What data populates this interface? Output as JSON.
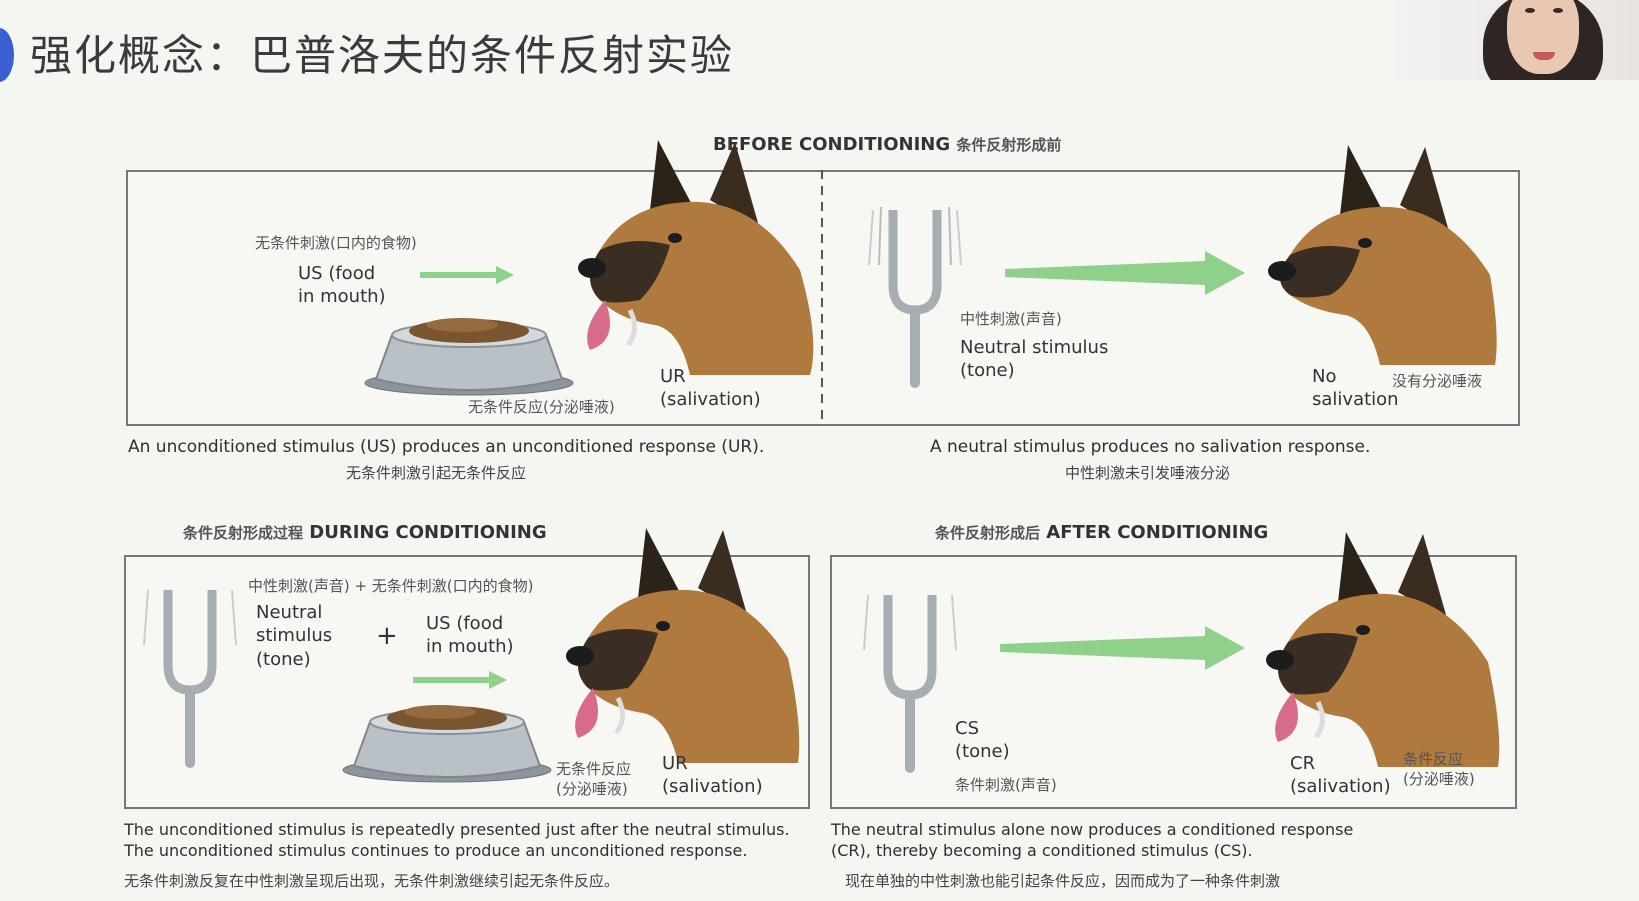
{
  "slide": {
    "title": "强化概念：巴普洛夫的条件反射实验"
  },
  "before": {
    "header": "BEFORE CONDITIONING",
    "header_cn": "条件反射形成前",
    "left": {
      "us_cn": "无条件刺激(口内的食物)",
      "us": "US (food\nin mouth)",
      "ur": "UR\n(salivation)",
      "ur_cn": "无条件反应(分泌唾液)"
    },
    "right": {
      "ns_cn": "中性刺激(声音)",
      "ns": "Neutral stimulus\n(tone)",
      "no_sal": "No\nsalivation",
      "no_sal_cn": "没有分泌唾液"
    },
    "caption_left": "An unconditioned stimulus (US) produces an unconditioned response (UR).",
    "caption_left_cn": "无条件刺激引起无条件反应",
    "caption_right": "A neutral stimulus produces no salivation response.",
    "caption_right_cn": "中性刺激未引发唾液分泌"
  },
  "during": {
    "header_cn": "条件反射形成过程",
    "header": "DURING CONDITIONING",
    "combo_cn": "中性刺激(声音) + 无条件刺激(口内的食物)",
    "ns": "Neutral\nstimulus\n(tone)",
    "plus": "+",
    "us": "US (food\nin mouth)",
    "ur_cn": "无条件反应\n(分泌唾液)",
    "ur": "UR\n(salivation)",
    "caption1": "The unconditioned stimulus is repeatedly presented just after the neutral stimulus.",
    "caption2": "The unconditioned stimulus continues to produce an unconditioned response.",
    "caption_cn": "无条件刺激反复在中性刺激呈现后出现，无条件刺激继续引起无条件反应。"
  },
  "after": {
    "header_cn": "条件反射形成后",
    "header": "AFTER CONDITIONING",
    "cs": "CS\n(tone)",
    "cs_cn": "条件刺激(声音)",
    "cr": "CR\n(salivation)",
    "cr_cn": "条件反应\n(分泌唾液)",
    "caption1": "The neutral stimulus alone now produces a conditioned response",
    "caption2": "(CR), thereby becoming a conditioned stimulus (CS).",
    "caption_cn": "现在单独的中性刺激也能引起条件反应，因而成为了一种条件刺激"
  },
  "colors": {
    "arrow": "#8fd08a",
    "panel_border": "#777777",
    "title_bullet": "#3a5fd0"
  }
}
